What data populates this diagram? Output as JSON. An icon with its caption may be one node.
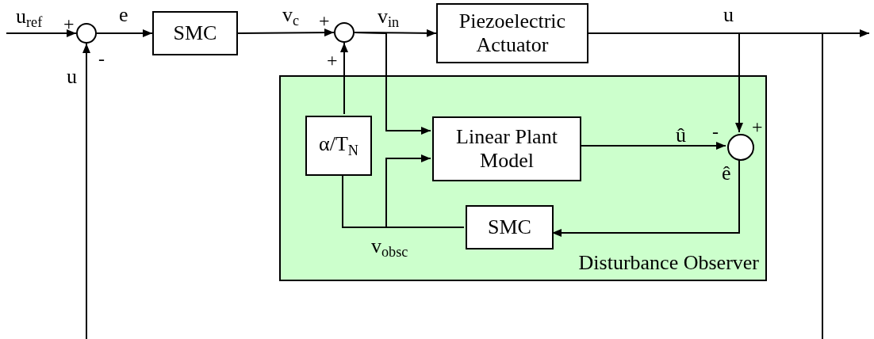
{
  "diagram": {
    "nodes": [
      {
        "text": [],
        "shape": "circle",
        "beside": [
          "+",
          "-"
        ]
      },
      {
        "text": [
          "SMC"
        ]
      },
      {
        "text": [],
        "shape": "circle",
        "beside": [
          "+",
          "+"
        ]
      },
      {
        "text": [
          "Piezoelectric Actuator"
        ]
      },
      {
        "text": [
          "Disturbance Observer"
        ]
      },
      {
        "text": [
          "α/T$_{N}$"
        ],
        "in": 4
      },
      {
        "text": [
          "Linear Plant Model"
        ],
        "in": 4
      },
      {
        "text": [],
        "shape": "circle",
        "in": 4,
        "beside": [
          "-",
          "+"
        ]
      },
      {
        "text": [
          "SMC"
        ],
        "in": 4
      }
    ],
    "edges": [
      {
        "from": null,
        "to": 0,
        "arrow": "to",
        "label": "u$_{ref}$"
      },
      {
        "from": 0,
        "to": 1,
        "arrow": "to",
        "label": "e"
      },
      {
        "from": 1,
        "to": 2,
        "arrow": "to",
        "label": "v$_{c}$"
      },
      {
        "from": 2,
        "to": 3,
        "arrow": "to",
        "label": "v$_{in}$"
      },
      {
        "from": 3,
        "to": null,
        "arrow": "to",
        "label": "u"
      },
      {
        "from": 3,
        "to": 7,
        "arrow": "to"
      },
      {
        "from": 3,
        "to": 0,
        "arrow": "to",
        "label": "u"
      },
      {
        "from": 5,
        "to": 2,
        "arrow": "to"
      },
      {
        "from": 2,
        "to": 6,
        "arrow": "to"
      },
      {
        "from": 6,
        "to": 7,
        "arrow": "to",
        "label": "û"
      },
      {
        "from": 7,
        "to": 8,
        "arrow": "to",
        "label": "ê"
      },
      {
        "from": 8,
        "to": 5,
        "arrow": "none",
        "label": "v$_{obsc}$"
      },
      {
        "from": 8,
        "to": 6,
        "arrow": "to"
      }
    ]
  }
}
